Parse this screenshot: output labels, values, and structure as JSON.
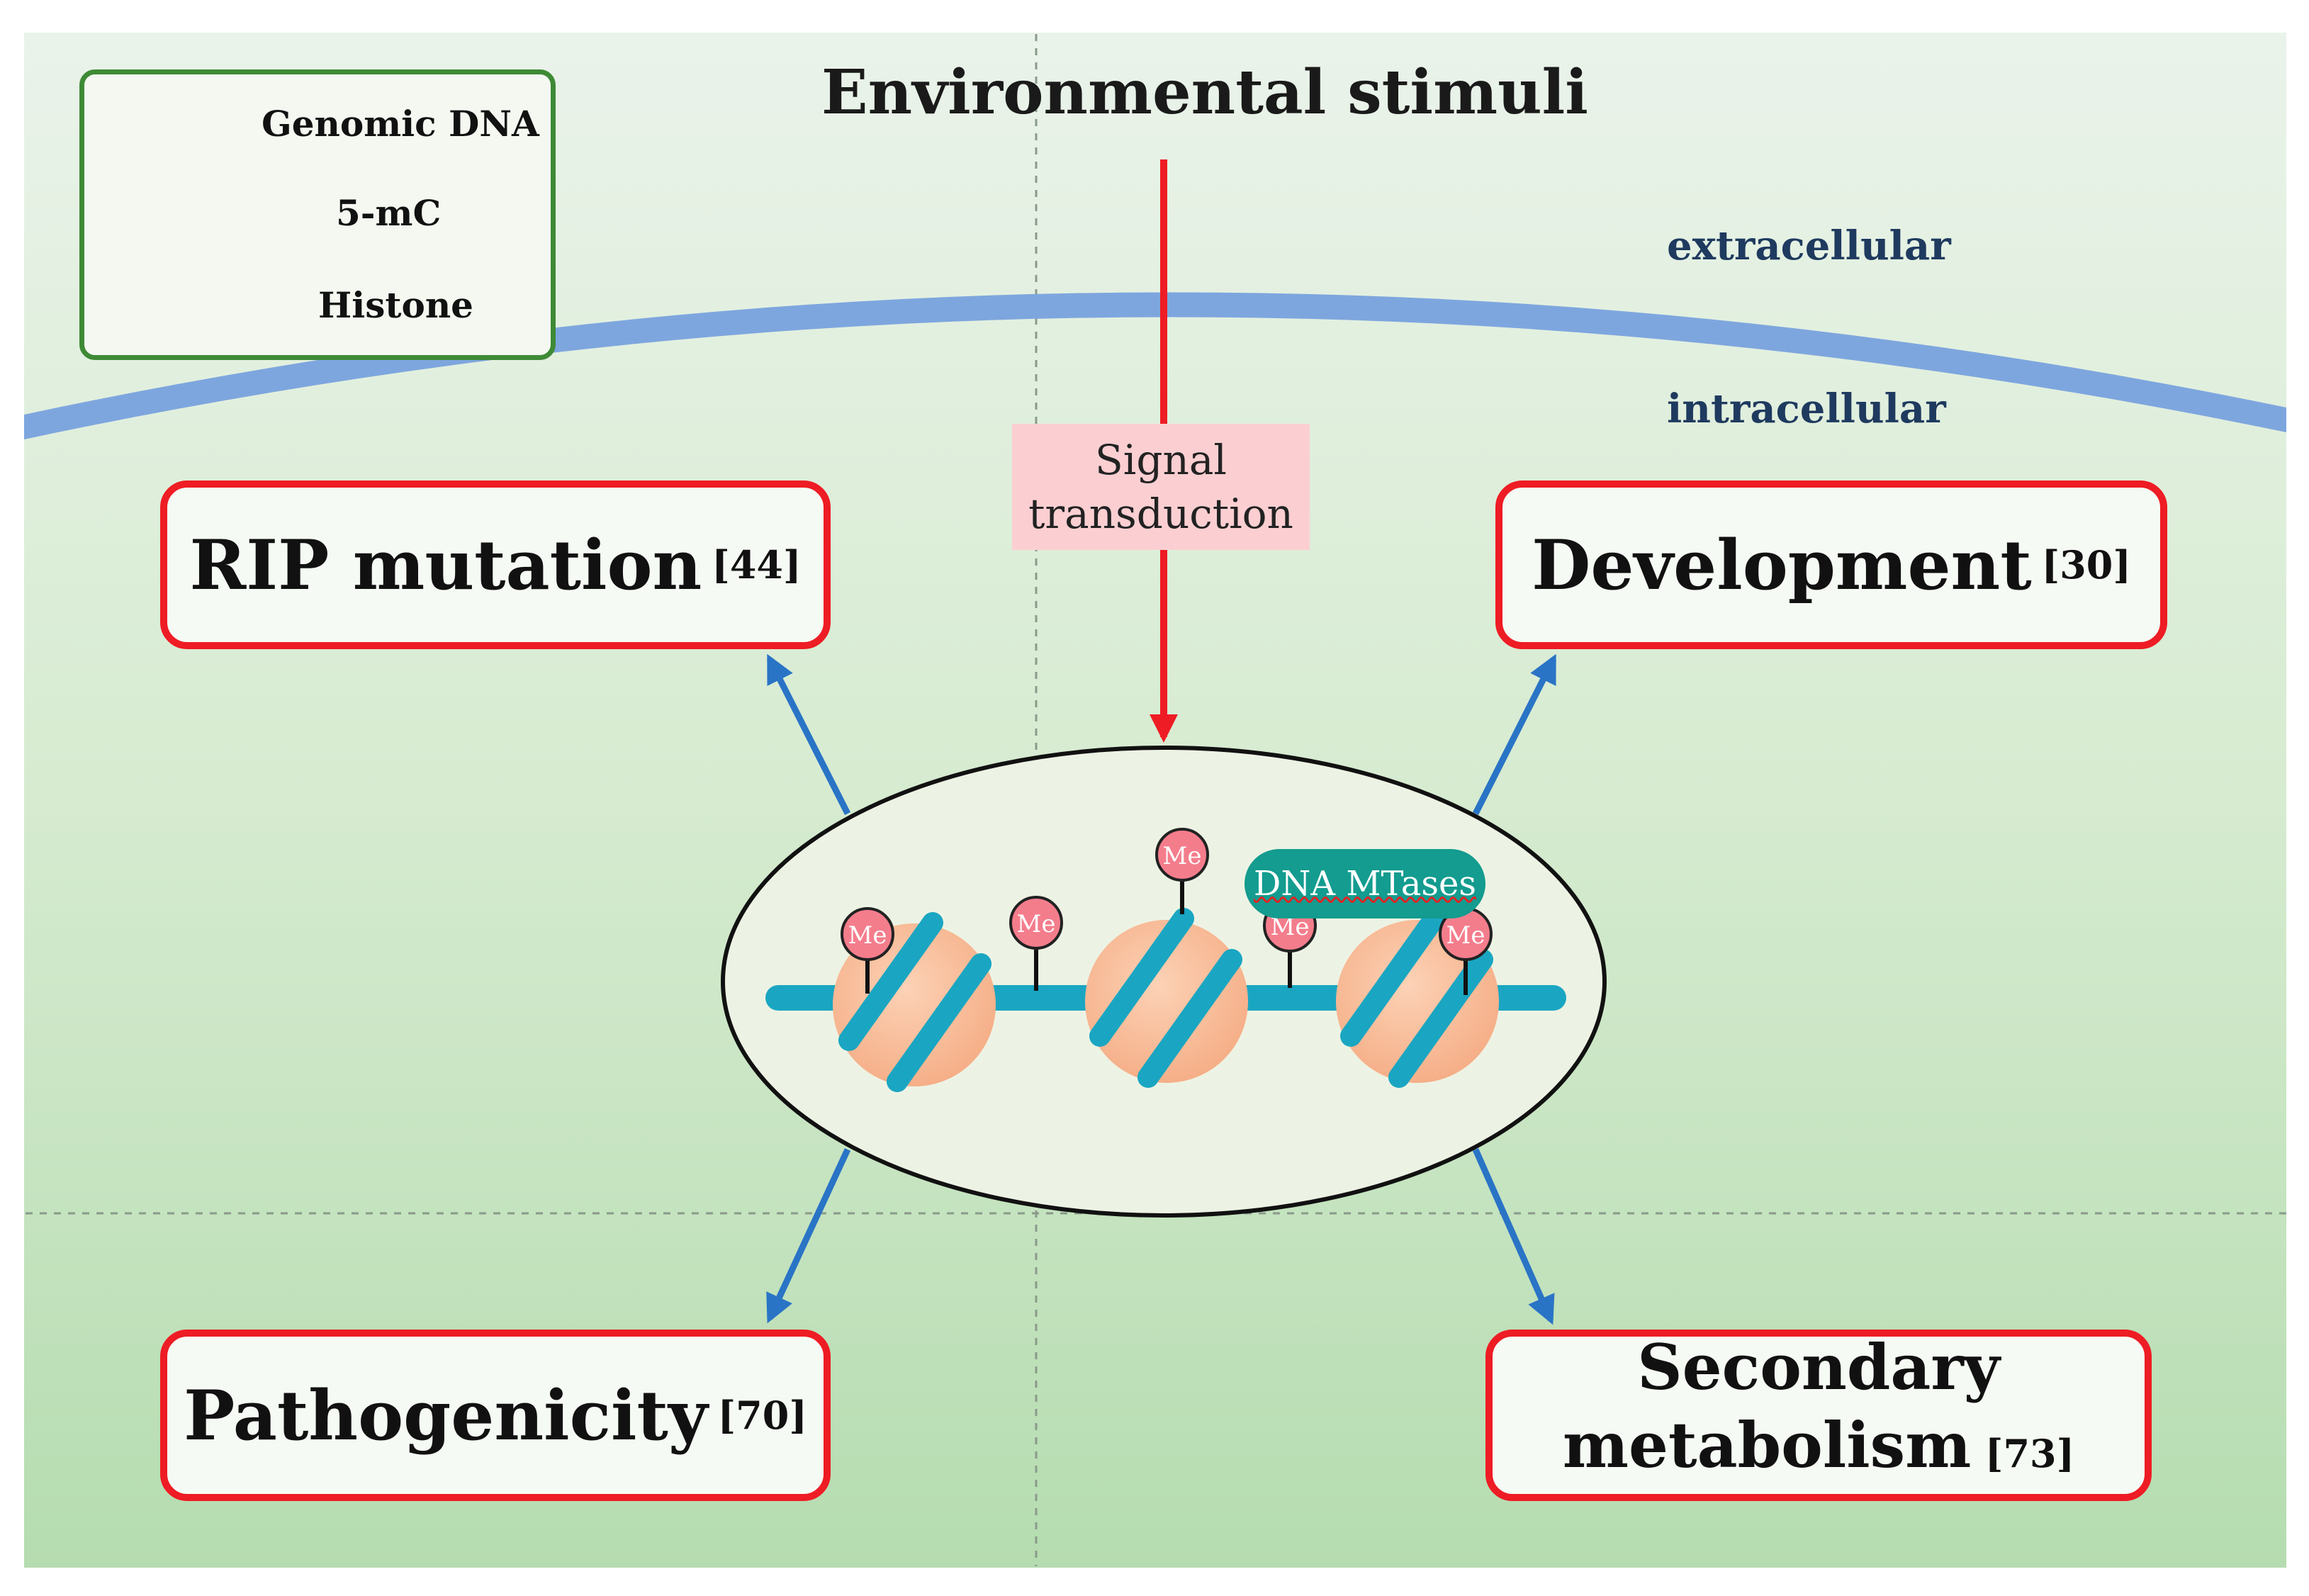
{
  "title": "Environmental stimuli",
  "regions": {
    "extracellular": "extracellular",
    "intracellular": "intracellular"
  },
  "legend": {
    "dna": "Genomic DNA",
    "methyl": "5-mC",
    "histone": "Histone",
    "me_tag": "Me"
  },
  "signal": {
    "line1": "Signal",
    "line2": "transduction"
  },
  "enzyme": "DNA MTases",
  "outcomes": {
    "rip": {
      "label": "RIP mutation",
      "ref": "[44]"
    },
    "development": {
      "label": "Development",
      "ref": "[30]"
    },
    "pathogenicity": {
      "label": "Pathogenicity",
      "ref": "[70]"
    },
    "secondary": {
      "label_line1": "Secondary",
      "label_line2": "metabolism",
      "ref": "[73]"
    }
  },
  "colors": {
    "dna": "#1aa6c2",
    "histone": "#f8b894",
    "methyl": "#f47d8c",
    "membrane": "#7ea6de",
    "signal_arrow": "#ee1c24",
    "outcome_arrow": "#2a74c6",
    "box_border": "#ee1c24",
    "legend_border": "#3e8a35"
  }
}
